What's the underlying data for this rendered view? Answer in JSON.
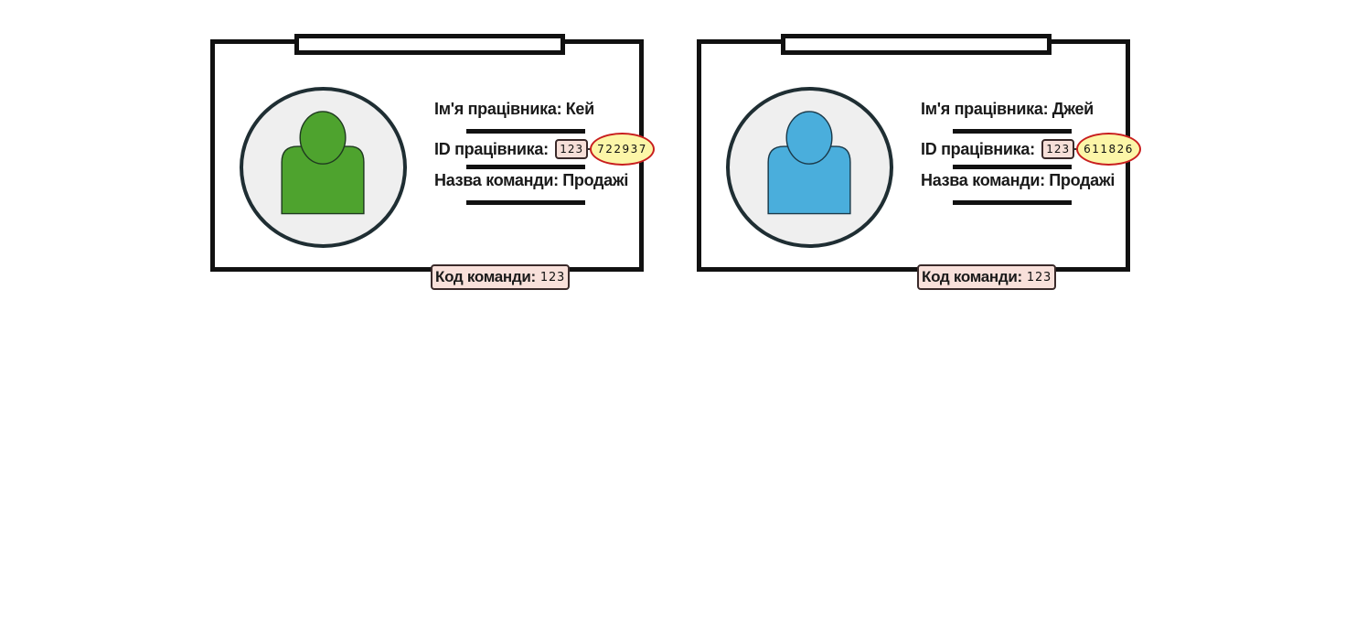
{
  "cards": [
    {
      "name_label": "Ім'я працівника:",
      "name_value": "Кей",
      "id_label": "ID працівника:",
      "id_prefix": "123",
      "id_number": "722937",
      "team_name_label": "Назва команди:",
      "team_name_value": "Продажі",
      "team_code_label": "Код команди:",
      "team_code_value": "123",
      "avatar_color": "#4ea32e",
      "avatar_icon": "person-silhouette-icon"
    },
    {
      "name_label": "Ім'я працівника:",
      "name_value": "Джей",
      "id_label": "ID працівника:",
      "id_prefix": "123",
      "id_number": "611826",
      "team_name_label": "Назва команди:",
      "team_name_value": "Продажі",
      "team_code_label": "Код команди:",
      "team_code_value": "123",
      "avatar_color": "#4aaedc",
      "avatar_icon": "person-silhouette-icon"
    }
  ],
  "colors": {
    "prefix_highlight": "#f6dfd8",
    "number_highlight": "#fcf6a8",
    "number_outline": "#c81e1e"
  }
}
